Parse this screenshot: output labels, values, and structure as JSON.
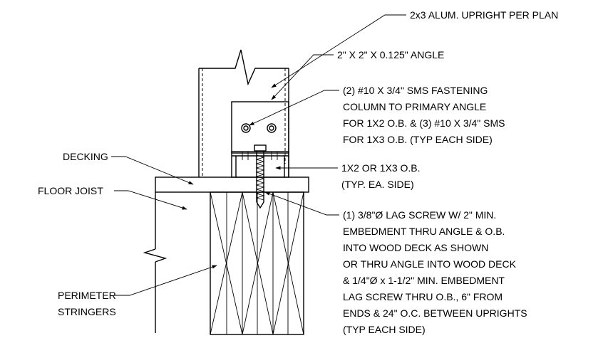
{
  "labels": {
    "upright": "2x3 ALUM. UPRIGHT PER PLAN",
    "angle": "2\" X 2\" X 0.125\" ANGLE",
    "sms": [
      "(2) #10 X 3/4\" SMS FASTENING",
      "COLUMN TO PRIMARY ANGLE",
      "FOR 1X2 O.B. & (3) #10 X 3/4\" SMS",
      "FOR 1X3 O.B. (TYP EACH SIDE)"
    ],
    "ob": [
      "1X2 OR 1X3 O.B.",
      "(TYP. EA. SIDE)"
    ],
    "lag": [
      "(1) 3/8\"Ø LAG SCREW W/ 2\" MIN.",
      "EMBEDMENT THRU ANGLE & O.B.",
      "INTO WOOD DECK AS SHOWN",
      "OR THRU ANGLE INTO WOOD DECK",
      "& 1/4\"Ø x 1-1/2\" MIN. EMBEDMENT",
      "LAG SCREW THRU O.B., 6\" FROM",
      "ENDS & 24\" O.C. BETWEEN UPRIGHTS",
      "(TYP EACH SIDE)"
    ],
    "decking": "DECKING",
    "floor_joist": "FLOOR JOIST",
    "stringers": [
      "PERIMETER",
      "STRINGERS"
    ]
  }
}
